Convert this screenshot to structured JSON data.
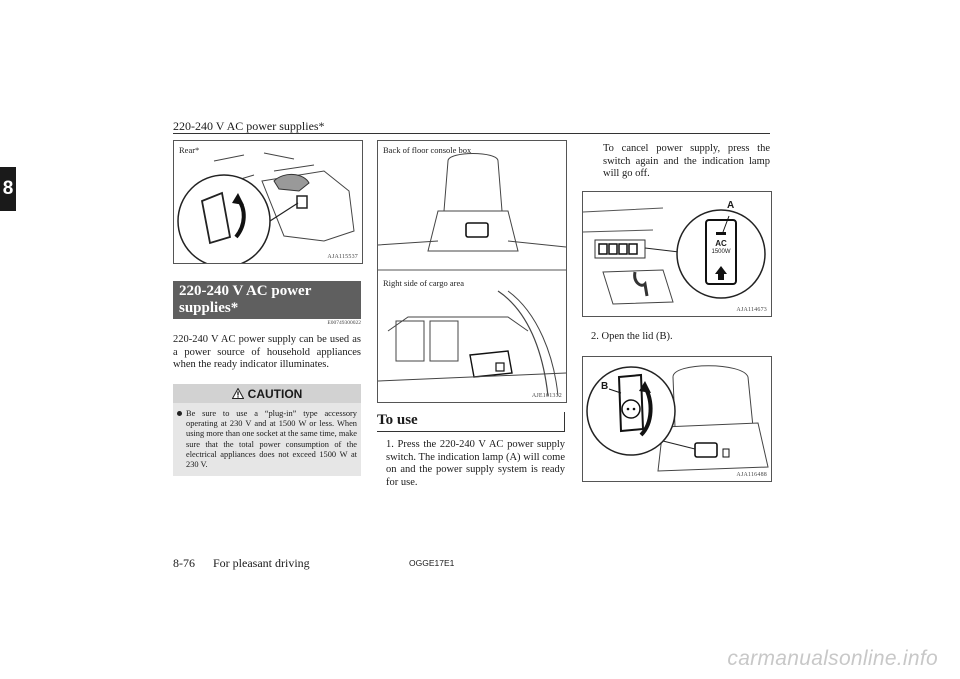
{
  "header": {
    "title": "220-240 V AC power supplies*"
  },
  "side_tab": {
    "chapter": "8"
  },
  "figures": {
    "rear": {
      "caption": "Rear*",
      "code": "AJA115537"
    },
    "console": {
      "caption": "Back of floor console box",
      "code": ""
    },
    "cargo": {
      "caption": "Right side of cargo area",
      "code": "AJE101332"
    },
    "switch": {
      "code": "AJA114673",
      "label_a": "A",
      "label_ac": "AC",
      "label_w": "1500W"
    },
    "lid": {
      "code": "AJA116488",
      "label_b": "B"
    }
  },
  "section": {
    "title": "220-240 V AC power supplies*",
    "code": "E00749300022",
    "intro": "220-240 V AC power supply can be used as a power source of household appliances when the ready indicator illuminates."
  },
  "caution": {
    "label": "CAUTION",
    "text": "Be sure to use a “plug-in” type accessory operating at 230 V and at 1500 W or less. When using more than one socket at the same time, make sure that the total power consumption of the electrical appliances does not exceed 1500 W at 230 V."
  },
  "to_use": {
    "heading": "To use",
    "step1": "1. Press the 220-240 V AC power supply switch. The indication lamp (A) will come on and the power supply system is ready for use.",
    "cancel": "To cancel power supply, press the switch again and the indication lamp will go off.",
    "step2": "2. Open the lid (B)."
  },
  "footer": {
    "page": "8-76",
    "section": "For pleasant driving",
    "doc_code": "OGGE17E1"
  },
  "watermark": "carmanualsonline.info"
}
